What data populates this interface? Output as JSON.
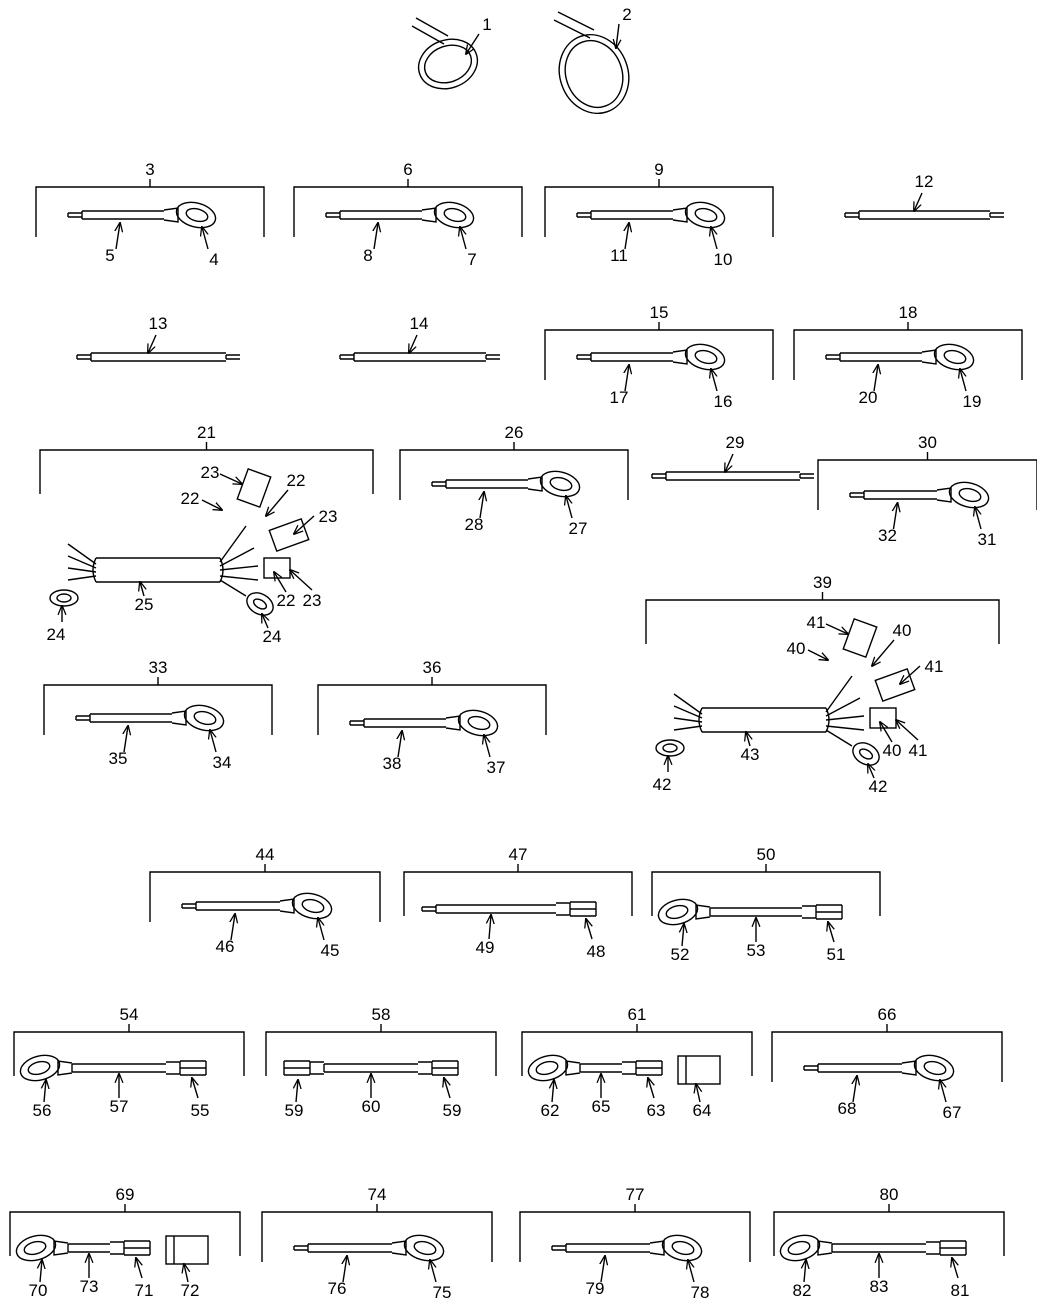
{
  "diagram": {
    "ties": [
      "1",
      "2"
    ],
    "assemblies": [
      {
        "ref": "3",
        "type": "ring",
        "callouts": [
          "5",
          "4"
        ]
      },
      {
        "ref": "6",
        "type": "ring",
        "callouts": [
          "8",
          "7"
        ]
      },
      {
        "ref": "9",
        "type": "ring",
        "callouts": [
          "11",
          "10"
        ]
      },
      {
        "ref": "12",
        "type": "wire"
      },
      {
        "ref": "13",
        "type": "wire"
      },
      {
        "ref": "14",
        "type": "wire"
      },
      {
        "ref": "15",
        "type": "ring",
        "callouts": [
          "17",
          "16"
        ]
      },
      {
        "ref": "18",
        "type": "ring",
        "callouts": [
          "20",
          "19"
        ]
      },
      {
        "ref": "21",
        "type": "harness",
        "callouts": [
          "23",
          "22",
          "22",
          "23",
          "22",
          "23",
          "25",
          "24",
          "24"
        ]
      },
      {
        "ref": "26",
        "type": "ring",
        "callouts": [
          "28",
          "27"
        ]
      },
      {
        "ref": "29",
        "type": "wire"
      },
      {
        "ref": "30",
        "type": "ring",
        "callouts": [
          "32",
          "31"
        ]
      },
      {
        "ref": "33",
        "type": "ring",
        "callouts": [
          "35",
          "34"
        ]
      },
      {
        "ref": "36",
        "type": "ring",
        "callouts": [
          "38",
          "37"
        ]
      },
      {
        "ref": "39",
        "type": "harness",
        "callouts": [
          "41",
          "40",
          "40",
          "41",
          "40",
          "41",
          "43",
          "42",
          "42"
        ]
      },
      {
        "ref": "44",
        "type": "ring",
        "callouts": [
          "46",
          "45"
        ]
      },
      {
        "ref": "47",
        "type": "spade",
        "callouts": [
          "49",
          "48"
        ]
      },
      {
        "ref": "50",
        "type": "ring-spade",
        "callouts": [
          "52",
          "53",
          "51"
        ]
      },
      {
        "ref": "54",
        "type": "ring-spade",
        "callouts": [
          "56",
          "57",
          "55"
        ]
      },
      {
        "ref": "58",
        "type": "spade-spade",
        "callouts": [
          "59",
          "60",
          "59"
        ]
      },
      {
        "ref": "61",
        "type": "ring-spade-boot",
        "callouts": [
          "62",
          "65",
          "63",
          "64"
        ]
      },
      {
        "ref": "66",
        "type": "ring",
        "callouts": [
          "68",
          "67"
        ]
      },
      {
        "ref": "69",
        "type": "ring-spade-boot",
        "callouts": [
          "70",
          "73",
          "71",
          "72"
        ]
      },
      {
        "ref": "74",
        "type": "ring",
        "callouts": [
          "76",
          "75"
        ]
      },
      {
        "ref": "77",
        "type": "ring",
        "callouts": [
          "79",
          "78"
        ]
      },
      {
        "ref": "80",
        "type": "ring-spade",
        "callouts": [
          "82",
          "83",
          "81"
        ]
      }
    ]
  }
}
